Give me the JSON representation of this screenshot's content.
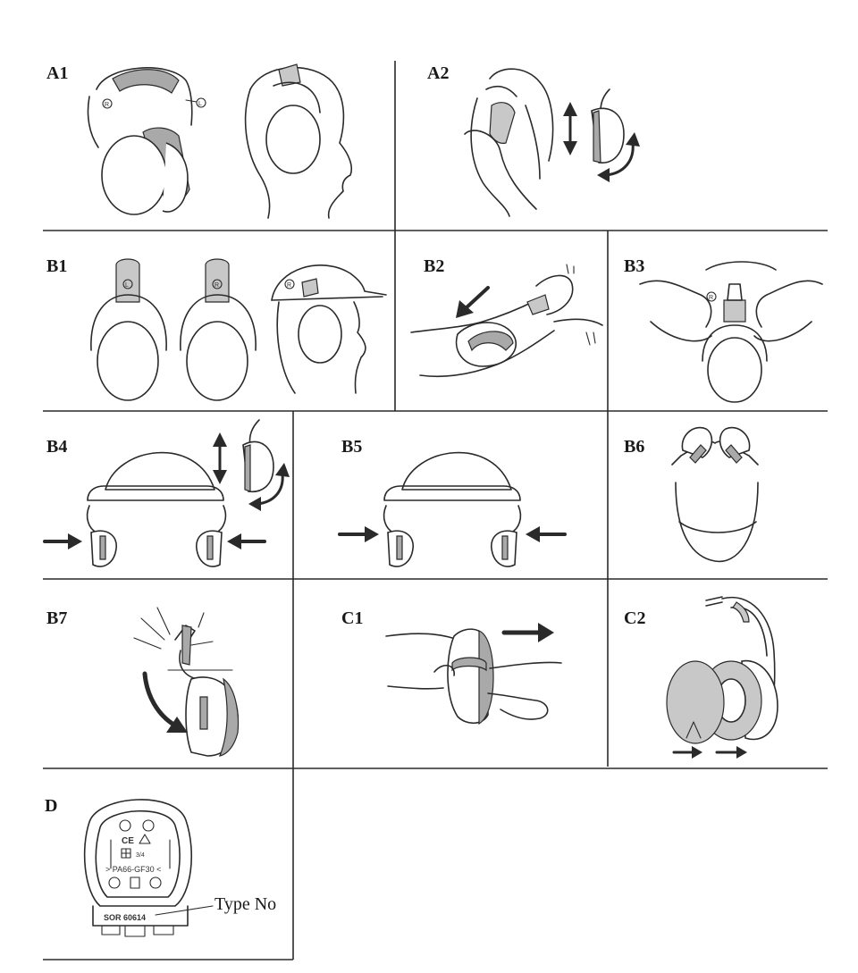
{
  "panels": {
    "a1": "A1",
    "a2": "A2",
    "b1": "B1",
    "b2": "B2",
    "b3": "B3",
    "b4": "B4",
    "b5": "B5",
    "b6": "B6",
    "b7": "B7",
    "c1": "C1",
    "c2": "C2",
    "d": "D"
  },
  "side_markers": {
    "right": "R",
    "left": "L"
  },
  "type_label": {
    "caption": "Type No",
    "ce_mark": "CE",
    "size_mark": "3/4",
    "material": "> PA66-GF30 <",
    "code": "SOR 60614"
  }
}
